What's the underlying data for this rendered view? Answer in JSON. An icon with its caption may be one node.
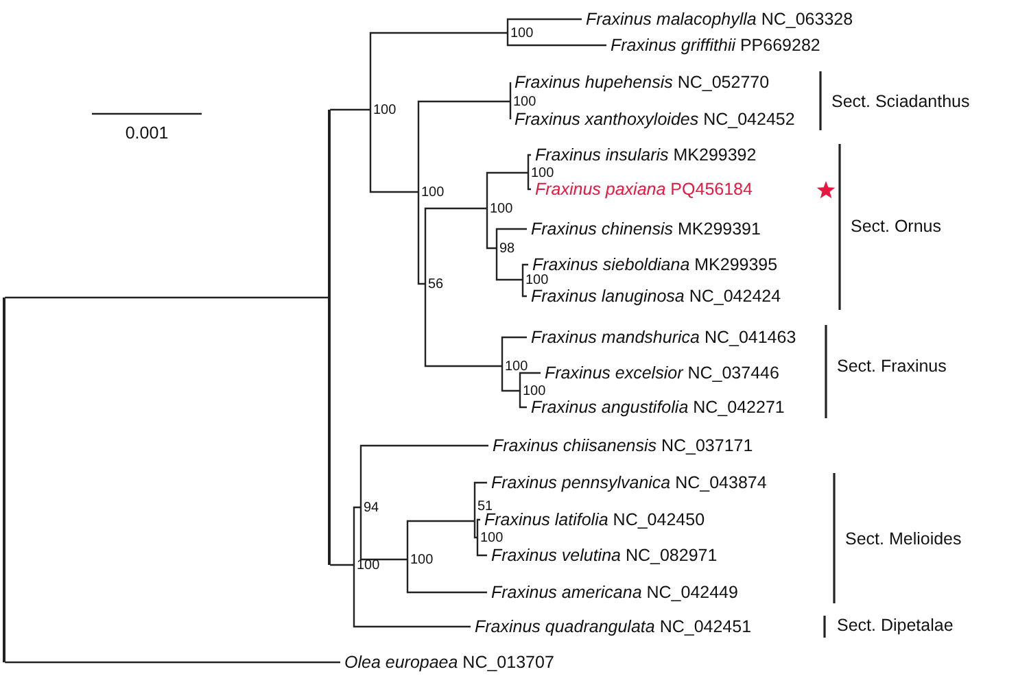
{
  "diagram": {
    "nodes": [
      {
        "text": [],
        "shape": "line"
      },
      {
        "text": [],
        "shape": "line"
      },
      {
        "text": [
          "100"
        ]
      },
      {
        "text": [
          "100"
        ]
      },
      {
        "text": [
          "*Fraxinus malacophylla* NC_063328"
        ]
      },
      {
        "text": [
          "*Fraxinus griffithii* PP669282"
        ]
      },
      {
        "text": [
          "100"
        ]
      },
      {
        "text": [
          "100"
        ]
      },
      {
        "text": [
          "*Fraxinus hupehensis* NC_052770"
        ]
      },
      {
        "text": [
          "*Fraxinus xanthoxyloides* NC_042452"
        ]
      },
      {
        "text": [
          "56"
        ]
      },
      {
        "text": [
          "100"
        ]
      },
      {
        "text": [
          "100"
        ]
      },
      {
        "text": [
          "*Fraxinus insularis* MK299392"
        ]
      },
      {
        "text": [
          "*Fraxinus paxiana* PQ456184"
        ]
      },
      {
        "text": [
          "98"
        ]
      },
      {
        "text": [
          "*Fraxinus chinensis* MK299391"
        ]
      },
      {
        "text": [
          "100"
        ]
      },
      {
        "text": [
          "*Fraxinus sieboldiana* MK299395"
        ]
      },
      {
        "text": [
          "*Fraxinus lanuginosa* NC_042424"
        ]
      },
      {
        "text": [
          "100"
        ]
      },
      {
        "text": [
          "*Fraxinus mandshurica* NC_041463"
        ]
      },
      {
        "text": [
          "100"
        ]
      },
      {
        "text": [
          "*Fraxinus excelsior* NC_037446"
        ]
      },
      {
        "text": [
          "*Fraxinus angustifolia* NC_042271"
        ]
      },
      {
        "text": [
          "100"
        ]
      },
      {
        "text": [
          "94"
        ]
      },
      {
        "text": [
          "*Fraxinus chiisanensis* NC_037171"
        ]
      },
      {
        "text": [
          "100"
        ]
      },
      {
        "text": [
          "51"
        ]
      },
      {
        "text": [
          "*Fraxinus pennsylvanica* NC_043874"
        ]
      },
      {
        "text": [
          "100"
        ]
      },
      {
        "text": [
          "*Fraxinus latifolia* NC_042450"
        ]
      },
      {
        "text": [
          "*Fraxinus velutina* NC_082971"
        ]
      },
      {
        "text": [
          "*Fraxinus americana* NC_042449"
        ]
      },
      {
        "text": [
          "*Fraxinus quadrangulata* NC_042451"
        ]
      },
      {
        "text": [
          "*Olea europaea* NC_013707"
        ]
      }
    ],
    "edges": [
      {
        "from": 0,
        "to": 1,
        "arrow": "none"
      },
      {
        "from": 0,
        "to": 36,
        "arrow": "none"
      },
      {
        "from": 1,
        "to": 2,
        "arrow": "none"
      },
      {
        "from": 1,
        "to": 25,
        "arrow": "none"
      },
      {
        "from": 2,
        "to": 3,
        "arrow": "none"
      },
      {
        "from": 2,
        "to": 6,
        "arrow": "none"
      },
      {
        "from": 3,
        "to": 4,
        "arrow": "none"
      },
      {
        "from": 3,
        "to": 5,
        "arrow": "none"
      },
      {
        "from": 6,
        "to": 7,
        "arrow": "none"
      },
      {
        "from": 6,
        "to": 10,
        "arrow": "none"
      },
      {
        "from": 7,
        "to": 8,
        "arrow": "none"
      },
      {
        "from": 7,
        "to": 9,
        "arrow": "none"
      },
      {
        "from": 10,
        "to": 11,
        "arrow": "none"
      },
      {
        "from": 10,
        "to": 20,
        "arrow": "none"
      },
      {
        "from": 11,
        "to": 12,
        "arrow": "none"
      },
      {
        "from": 11,
        "to": 15,
        "arrow": "none"
      },
      {
        "from": 12,
        "to": 13,
        "arrow": "none"
      },
      {
        "from": 12,
        "to": 14,
        "arrow": "none"
      },
      {
        "from": 15,
        "to": 16,
        "arrow": "none"
      },
      {
        "from": 15,
        "to": 17,
        "arrow": "none"
      },
      {
        "from": 17,
        "to": 18,
        "arrow": "none"
      },
      {
        "from": 17,
        "to": 19,
        "arrow": "none"
      },
      {
        "from": 20,
        "to": 21,
        "arrow": "none"
      },
      {
        "from": 20,
        "to": 22,
        "arrow": "none"
      },
      {
        "from": 22,
        "to": 23,
        "arrow": "none"
      },
      {
        "from": 22,
        "to": 24,
        "arrow": "none"
      },
      {
        "from": 25,
        "to": 26,
        "arrow": "none"
      },
      {
        "from": 25,
        "to": 35,
        "arrow": "none"
      },
      {
        "from": 26,
        "to": 27,
        "arrow": "none"
      },
      {
        "from": 26,
        "to": 28,
        "arrow": "none"
      },
      {
        "from": 28,
        "to": 29,
        "arrow": "none"
      },
      {
        "from": 28,
        "to": 34,
        "arrow": "none"
      },
      {
        "from": 29,
        "to": 30,
        "arrow": "none"
      },
      {
        "from": 29,
        "to": 31,
        "arrow": "none"
      },
      {
        "from": 31,
        "to": 32,
        "arrow": "none"
      },
      {
        "from": 31,
        "to": 33,
        "arrow": "none"
      }
    ],
    "labels": [
      "0.001",
      "Sect. Sciadanthus",
      "Sect. Ornus",
      "Sect. Fraxinus",
      "Sect. Melioides",
      "Sect. Dipetalae"
    ]
  }
}
